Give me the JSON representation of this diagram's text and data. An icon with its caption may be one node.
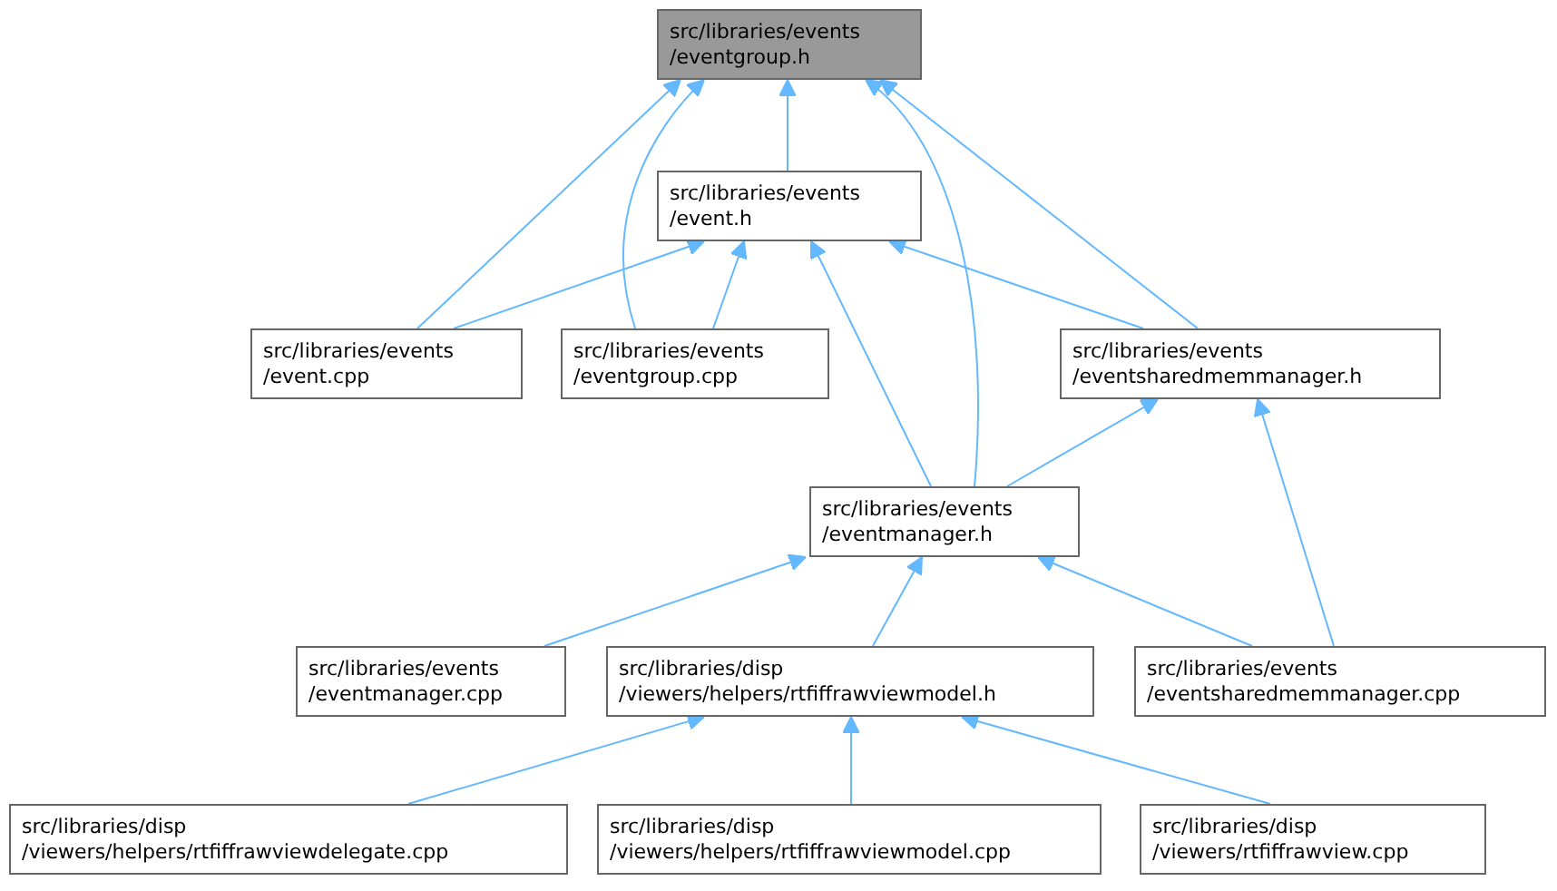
{
  "diagram": {
    "nodes": [
      {
        "text": [
          "src/libraries/events /eventgroup.h"
        ]
      },
      {
        "text": [
          "src/libraries/events /event.h"
        ]
      },
      {
        "text": [
          "src/libraries/events /event.cpp"
        ]
      },
      {
        "text": [
          "src/libraries/events /eventgroup.cpp"
        ]
      },
      {
        "text": [
          "src/libraries/events /eventsharedmemmanager.h"
        ]
      },
      {
        "text": [
          "src/libraries/events /eventmanager.h"
        ]
      },
      {
        "text": [
          "src/libraries/events /eventmanager.cpp"
        ]
      },
      {
        "text": [
          "src/libraries/disp /viewers/helpers/rtfiffrawviewmodel.h"
        ]
      },
      {
        "text": [
          "src/libraries/events /eventsharedmemmanager.cpp"
        ]
      },
      {
        "text": [
          "src/libraries/disp /viewers/helpers/rtfiffrawviewdelegate.cpp"
        ]
      },
      {
        "text": [
          "src/libraries/disp /viewers/helpers/rtfiffrawviewmodel.cpp"
        ]
      },
      {
        "text": [
          "src/libraries/disp /viewers/rtfiffrawview.cpp"
        ]
      }
    ],
    "edges": [
      {
        "from": 1,
        "to": 0,
        "arrow": "to"
      },
      {
        "from": 2,
        "to": 0,
        "arrow": "to"
      },
      {
        "from": 3,
        "to": 0,
        "arrow": "to"
      },
      {
        "from": 4,
        "to": 0,
        "arrow": "to"
      },
      {
        "from": 5,
        "to": 0,
        "arrow": "to"
      },
      {
        "from": 2,
        "to": 1,
        "arrow": "to"
      },
      {
        "from": 3,
        "to": 1,
        "arrow": "to"
      },
      {
        "from": 4,
        "to": 1,
        "arrow": "to"
      },
      {
        "from": 5,
        "to": 1,
        "arrow": "to"
      },
      {
        "from": 5,
        "to": 4,
        "arrow": "to"
      },
      {
        "from": 8,
        "to": 4,
        "arrow": "to"
      },
      {
        "from": 6,
        "to": 5,
        "arrow": "to"
      },
      {
        "from": 7,
        "to": 5,
        "arrow": "to"
      },
      {
        "from": 8,
        "to": 5,
        "arrow": "to"
      },
      {
        "from": 9,
        "to": 7,
        "arrow": "to"
      },
      {
        "from": 10,
        "to": 7,
        "arrow": "to"
      },
      {
        "from": 11,
        "to": 7,
        "arrow": "to"
      }
    ]
  }
}
